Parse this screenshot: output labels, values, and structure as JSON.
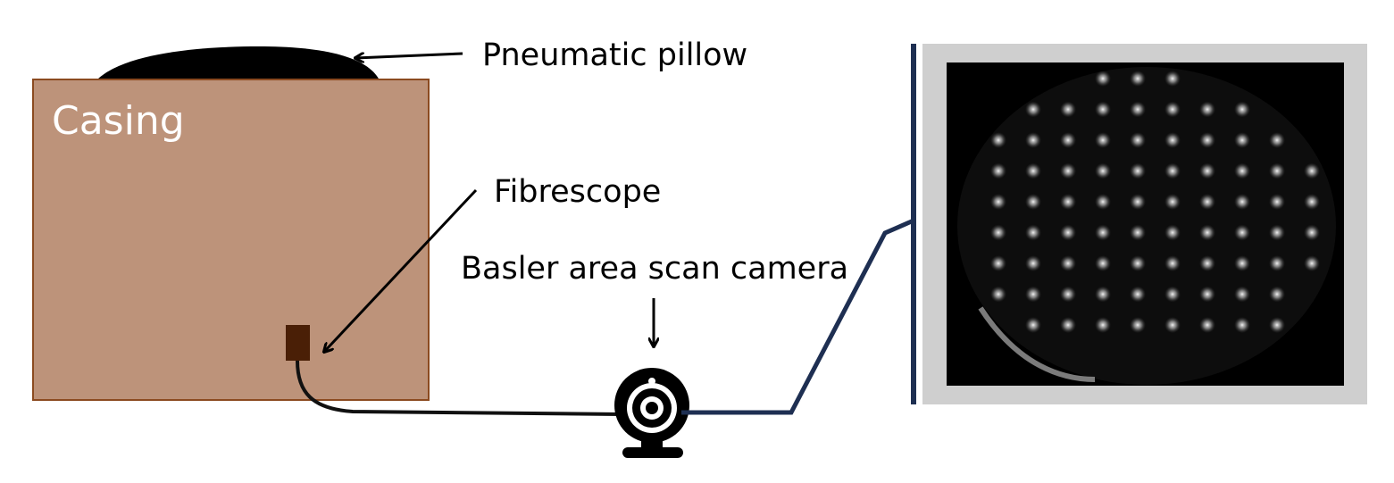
{
  "labels": {
    "casing": "Casing",
    "pillow": "Pneumatic pillow",
    "fibrescope": "Fibrescope",
    "camera": "Basler area scan camera"
  },
  "colors": {
    "casing_fill": "#bd937a",
    "casing_stroke": "#8b4a20",
    "pillow": "#000000",
    "fibrescope_tip": "#4a1f06",
    "cable_dark": "#1e2f52",
    "monitor_frame": "#cfcfcf",
    "screen": "#000000"
  },
  "icons": {
    "camera": "webcam-icon"
  }
}
